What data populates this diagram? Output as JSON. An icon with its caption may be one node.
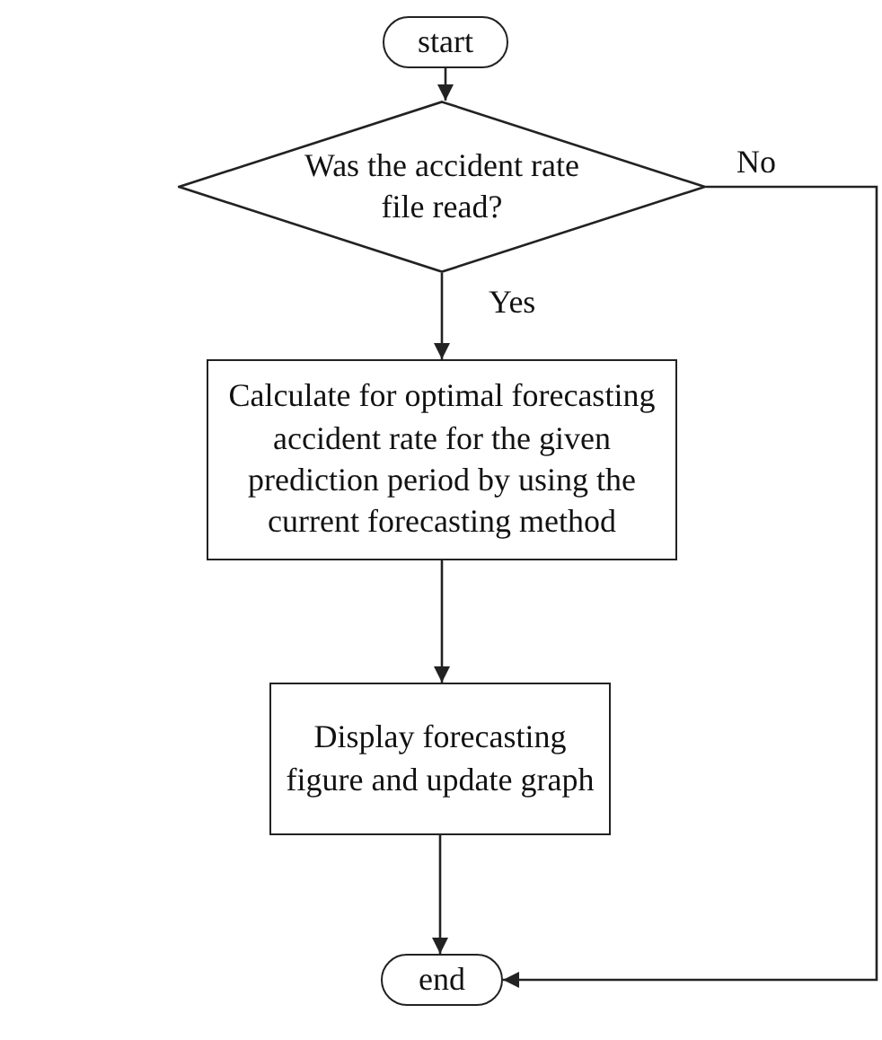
{
  "diagram": {
    "nodes": [
      {
        "text": [
          "start"
        ]
      },
      {
        "text": [
          "Was the accident rate file read?"
        ]
      },
      {
        "text": [
          "Calculate for optimal forecasting accident rate for the given prediction period by using the current forecasting method"
        ]
      },
      {
        "text": [
          "Display forecasting figure and update graph"
        ]
      },
      {
        "text": [
          "end"
        ]
      }
    ],
    "edges": [
      {
        "from": 0,
        "to": 1,
        "arrow": "to"
      },
      {
        "from": 1,
        "to": 2,
        "arrow": "to",
        "label": "Yes"
      },
      {
        "from": 2,
        "to": 3,
        "arrow": "to"
      },
      {
        "from": 3,
        "to": 4,
        "arrow": "to"
      },
      {
        "from": 1,
        "to": 4,
        "arrow": "to",
        "label": "No"
      }
    ]
  }
}
